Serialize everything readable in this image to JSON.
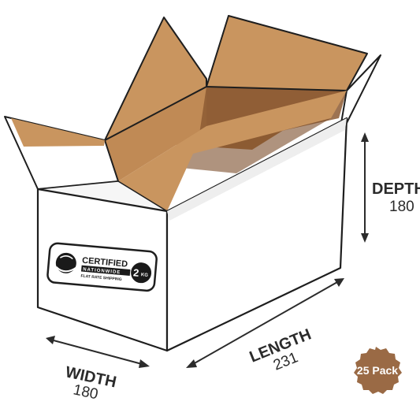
{
  "box": {
    "logo": {
      "line1": "CERTIFIED",
      "line2": "NATIONWIDE",
      "line3": "FLAT RATE SHIPPING",
      "weight": "2",
      "weight_unit": "KG"
    }
  },
  "dimensions": {
    "depth": {
      "label": "DEPTH",
      "value": "180"
    },
    "length": {
      "label": "LENGTH",
      "value": "231"
    },
    "width": {
      "label": "WIDTH",
      "value": "180"
    }
  },
  "badge": {
    "text": "25 Pack",
    "color": "#9a6a45"
  },
  "colors": {
    "cardboard_inner": "#c9955f",
    "cardboard_dark": "#8c5a34",
    "box_white": "#ffffff",
    "box_shade": "#eeeeee",
    "outline": "#1e1e1e"
  }
}
